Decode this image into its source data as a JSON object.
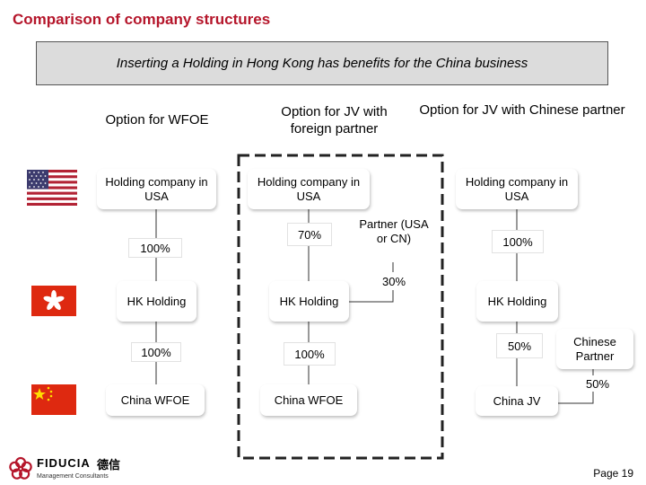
{
  "title": "Comparison of company structures",
  "banner": "Inserting a Holding in Hong Kong has benefits for the China business",
  "options": [
    {
      "heading": "Option for WFOE",
      "top_company": "Holding company in USA",
      "pct_top": "100%",
      "hk": "HK Holding",
      "pct_bottom": "100%",
      "china": "China WFOE"
    },
    {
      "heading": "Option for JV with foreign partner",
      "top_company": "Holding company in USA",
      "pct_top": "70%",
      "partner": "Partner (USA or CN)",
      "partner_pct": "30%",
      "hk": "HK Holding",
      "pct_bottom": "100%",
      "china": "China WFOE"
    },
    {
      "heading": "Option for JV with Chinese partner",
      "top_company": "Holding company in USA",
      "pct_top": "100%",
      "hk": "HK Holding",
      "pct_hk_jv": "50%",
      "partner": "Chinese Partner",
      "partner_pct": "50%",
      "china": "China JV"
    }
  ],
  "flags": [
    "usa-flag",
    "hong-kong-flag",
    "china-flag"
  ],
  "logo": {
    "name": "FIDUCIA",
    "chinese": "德信",
    "tagline": "Management Consultants"
  },
  "page_number": "Page 19",
  "colors": {
    "accent": "#b5162b",
    "banner_bg": "#dcdcdc"
  }
}
